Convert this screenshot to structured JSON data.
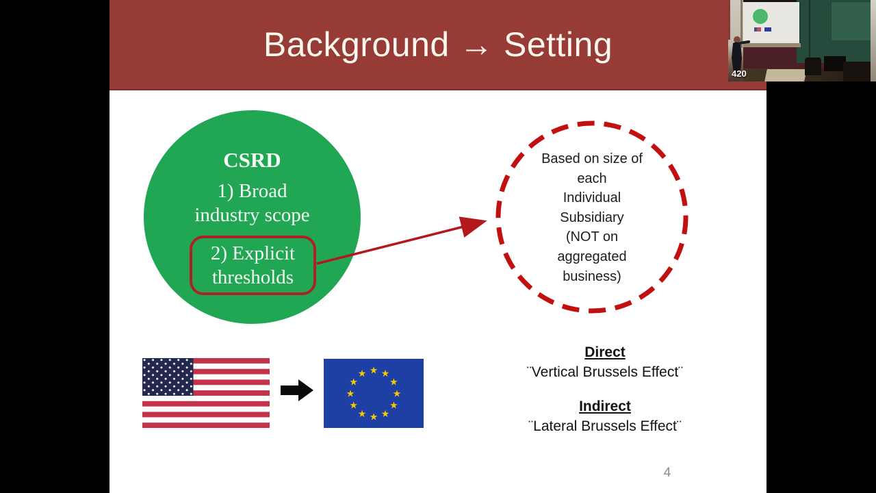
{
  "slide": {
    "title": "Background → Setting",
    "page_number": "4",
    "csrd_circle": {
      "heading": "CSRD",
      "point_1": "1) Broad\nindustry scope",
      "point_2": "2) Explicit\nthresholds"
    },
    "subsidiary_circle_text": "Based on size of\neach\nIndividual\nSubsidiary\n(NOT on\naggregated\nbusiness)",
    "brussels_effects": {
      "direct_label": "Direct",
      "direct_value": "¨Vertical Brussels Effect¨",
      "indirect_label": "Indirect",
      "indirect_value": "¨Lateral Brussels Effect¨"
    }
  },
  "video_feed": {
    "badge": "420"
  },
  "icons": {
    "us_flag": "us-flag",
    "eu_flag": "eu-flag",
    "black_right_arrow": "right-arrow",
    "red_connector_arrow": "arrow-connector"
  },
  "colors": {
    "header_maroon": "#973b36",
    "circle_green": "#21a654",
    "accent_red": "#c20f0f",
    "box_red": "#ab2225",
    "us_flag_red": "#c43349",
    "us_flag_navy": "#23284e",
    "eu_flag_blue": "#1e3fa4",
    "eu_star_gold": "#f7c900",
    "text_black": "#1c1c1c",
    "page_number_gray": "#8a8a8a"
  }
}
